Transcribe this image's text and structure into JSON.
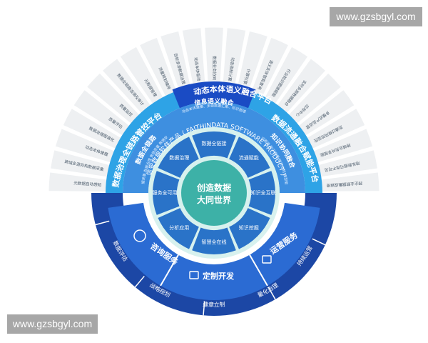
{
  "watermark": {
    "top": "www.gzsbgyl.com",
    "bottom": "www.gzsbgyl.com"
  },
  "outer_ring": {
    "items": [
      "元数据自动感知",
      "跨域多源异构数据采集",
      "动态本体建模",
      "数据治理图谱化",
      "质量评估",
      "质量监控",
      "数据全链路追溯及审计",
      "元数据管理",
      "流量规划编排",
      "目标多源数据治理",
      "动态本体驱动",
      "数据业务协同",
      "动态指标计算",
      "计算引擎",
      "语义实体智能查询",
      "行业知识图谱赋能",
      "实时多源数据融合",
      "应用中心",
      "多模式产品运营",
      "流通过程风险监控",
      "跨域业务共享赋能",
      "隐私数据可用不可见",
      "跨企业数据集成链接"
    ]
  },
  "ring3": {
    "top_label": "动态本体语义融合平台",
    "left_label": "数据治理全链路管控平台",
    "right_label": "数据流通融合赋能平台"
  },
  "ring2": {
    "top_label": "信息语义融合",
    "top_sub": "动态本体建模、多源数据汇聚、知识图谱",
    "left_label": "数据全链路",
    "left_sub": "数据采集 数据治理 数据质量 数据安全",
    "right_label": "知识协同融合",
    "right_sub": "知识图谱 知识推理 知识协同 模型驱动",
    "product_title": "信安数据软件产品 ( FAITHINDATA SOFTWARE PRODUCT )"
  },
  "inner_ring": {
    "segments": [
      "数据全链接",
      "流通赋能",
      "知识全互联",
      "知识挖掘",
      "智慧全在线",
      "分析应用",
      "服务全可用",
      "数据治理"
    ]
  },
  "center": {
    "line1": "创造数据",
    "line2": "大同世界"
  },
  "bottom": {
    "service_left": "咨询服务",
    "service_mid": "定制开发",
    "service_right": "运营服务",
    "outer_left": "数据评估",
    "outer_mid1": "战略规划",
    "outer_mid2": "建章立制",
    "outer_mid3": "量化治理",
    "outer_right": "持续运营"
  },
  "colors": {
    "outer_gray": "#eef0f2",
    "ring3_light": "#2ea3e6",
    "ring3_top": "#1a4bc4",
    "ring2": "#3e8fe0",
    "inner_seg": "#2a73c8",
    "inner_band": "#d7f1ee",
    "center": "#3db1a7",
    "bottom_dark": "#1c47a5",
    "bottom_mid": "#2b6bd3"
  }
}
